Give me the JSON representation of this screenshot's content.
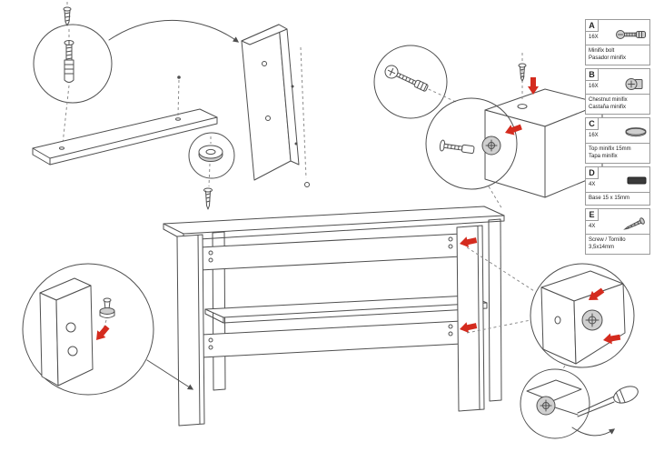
{
  "colors": {
    "line": "#4f4f4f",
    "dashed": "#8c8c8c",
    "accent_red": "#d42b1e",
    "legend_border": "#9a9a9a",
    "fill_gray": "#cfcfcf"
  },
  "legend": {
    "items": [
      {
        "letter": "A",
        "count": "16X",
        "line1": "Minifix bolt",
        "line2": "Pasador minifix",
        "icon": "minifix-bolt-icon"
      },
      {
        "letter": "B",
        "count": "16X",
        "line1": "Chestnut minifix",
        "line2": "Castaña minifix",
        "icon": "cam-lock-icon"
      },
      {
        "letter": "C",
        "count": "16X",
        "line1": "Top minifix 15mm",
        "line2": "Tapa minifix",
        "icon": "minifix-cap-icon"
      },
      {
        "letter": "D",
        "count": "4X",
        "line1": "Base 15 x 15mm",
        "line2": "",
        "icon": "base-pad-icon"
      },
      {
        "letter": "E",
        "count": "4X",
        "line1": "Screw / Tornillo",
        "line2": "3,5x14mm",
        "icon": "screw-icon"
      }
    ]
  }
}
